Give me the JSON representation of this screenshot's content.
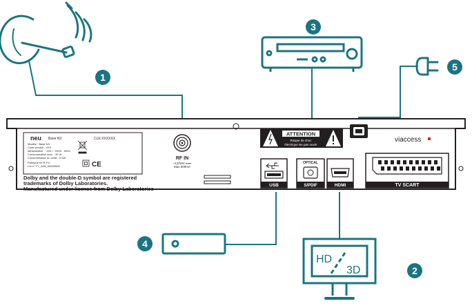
{
  "badges": {
    "b1": "1",
    "b2": "2",
    "b3": "3",
    "b4": "4",
    "b5": "5"
  },
  "panel": {
    "brand": "neu",
    "model": "Base N3",
    "serial_label": "CLE:XXXXXX",
    "label_lines": [
      "Modèle : Base N3",
      "Code produit : XXX",
      "Alimentation : ~220 / ~240V , 50Hz",
      "Consommation max. : 30 W",
      "Consommation en veille : 0,5W"
    ],
    "fabrique": "Fabriqué en R.P.C.",
    "lot": "Lot n° YY_WW_00000000",
    "dolby_lines": [
      "Dolby and the double-D symbol are registered",
      "trademarks of Dolby Laboratories.",
      "Manufactured under license from Dolby Laboratories"
    ],
    "rf_in": "RF IN",
    "rf_spec_1": "+13/18V ━━━",
    "rf_spec_2": "Max  500mA",
    "attention": "ATTENTION",
    "risque_1": "Risque de choc",
    "risque_2": "électrique Ne pas ouvrir",
    "optical": "OPTICAL",
    "spdif": "S/PDIF",
    "usb": "USB",
    "hdmi": "HDMI",
    "brand_right": "viaccess",
    "scart": "TV SCART"
  },
  "tv": {
    "hd": "HD",
    "three_d": "3D"
  },
  "colors": {
    "teal": "#1b7480",
    "dark": "#231f20",
    "red": "#e2231a"
  }
}
